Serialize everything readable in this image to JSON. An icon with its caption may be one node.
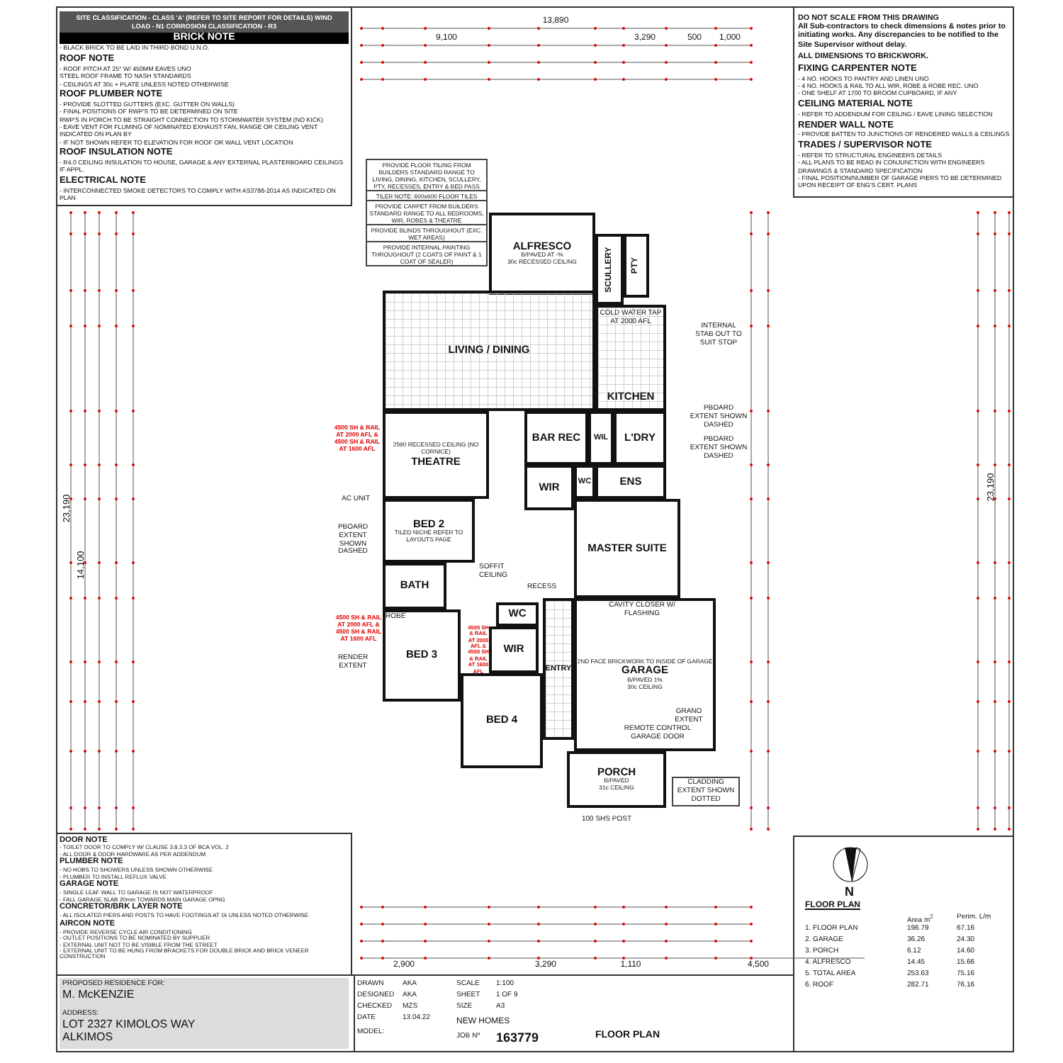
{
  "diagram": {
    "nodes": [
      {
        "text": [
          "ALFRESCO",
          "B/PAVED AT -%",
          "30c RECESSED CEILING"
        ]
      },
      {
        "text": [
          "SCULLERY"
        ]
      },
      {
        "text": [
          "PTY"
        ]
      },
      {
        "text": [
          "LIVING / DINING"
        ]
      },
      {
        "text": [
          "KITCHEN"
        ]
      },
      {
        "text": [
          "2590 RECESSED CEILING (NO CORNICE)",
          "THEATRE"
        ],
        "beside": [
          "4500 SH & RAIL AT 2000 AFL & 4500 SH & RAIL AT 1600 AFL"
        ]
      },
      {
        "text": [
          "BAR REC"
        ]
      },
      {
        "text": [
          "WIL"
        ]
      },
      {
        "text": [
          "L'DRY"
        ]
      },
      {
        "text": [
          "WC"
        ]
      },
      {
        "text": [
          "ENS"
        ]
      },
      {
        "text": [
          "WIR"
        ]
      },
      {
        "text": [
          "BED 2",
          "TILED NICHE REFER TO LAYOUTS PAGE"
        ]
      },
      {
        "text": [
          "MASTER SUITE"
        ]
      },
      {
        "text": [
          "BATH"
        ]
      },
      {
        "text": [
          "WC"
        ]
      },
      {
        "text": [
          "BED 3"
        ],
        "beside": [
          "4500 SH & RAIL AT 2000 AFL & 4500 SH & RAIL AT 1600 AFL"
        ]
      },
      {
        "text": [
          "WIR"
        ],
        "beside": [
          "4500 SH & RAIL AT 2000 AFL & 4500 SH & RAIL AT 1600 AFL"
        ]
      },
      {
        "text": [
          "ENTRY"
        ]
      },
      {
        "text": [
          "BED 4"
        ]
      },
      {
        "text": [
          "2ND FACE BRICKWORK TO INSIDE OF GARAGE",
          "GARAGE",
          "B/PAVED 1%",
          "30c CEILING"
        ]
      },
      {
        "text": [
          "PORCH",
          "B/PAVED",
          "31c CEILING"
        ]
      }
    ],
    "labels": [
      "SITE CLASSIFICATION - CLASS 'A' (REFER TO SITE REPORT FOR DETAILS) WIND LOAD - N1 CORROSION CLASSIFICATION - R3",
      "BRICK NOTE",
      "- BLACK BRICK TO BE LAID IN THIRD BOND U.N.O.",
      "ROOF NOTE",
      "- ROOF PITCH AT 25° W/ 450MM EAVES UNO",
      "STEEL ROOF FRAME TO NASH STANDARDS",
      "- CEILINGS AT 30c + PLATE UNLESS NOTED OTHERWISE",
      "ROOF PLUMBER NOTE",
      "- PROVIDE SLOTTED GUTTERS (EXC. GUTTER ON WALLS)",
      "- FINAL POSITIONS OF RWP'S TO BE DETERMINED ON SITE",
      "RWP'S IN PORCH TO BE STRAIGHT CONNECTION TO STORMWATER SYSTEM (NO KICK)",
      "- EAVE VENT FOR FLUMING OF NOMINATED EXHAUST FAN, RANGE OR CEILING VENT INDICATED ON PLAN BY",
      "- IF NOT SHOWN REFER TO ELEVATION FOR ROOF OR WALL VENT LOCATION",
      "ROOF INSULATION NOTE",
      "- R4.0 CEILING INSULATION TO HOUSE, GARAGE & ANY EXTERNAL PLASTERBOARD CEILINGS IF APPL.",
      "ELECTRICAL NOTE",
      "- INTERCONNECTED SMOKE DETECTORS TO COMPLY WITH AS3786-2014 AS INDICATED ON PLAN",
      "DO NOT SCALE FROM THIS DRAWING",
      "All Sub-contractors to check dimensions & notes prior to initiating works. Any discrepancies to be notified to the Site Supervisor without delay.",
      "ALL DIMENSIONS TO BRICKWORK.",
      "FIXING CARPENTER NOTE",
      "- 4 NO. HOOKS TO PANTRY AND LINEN UNO",
      "- 4 NO. HOOKS & RAIL TO ALL WIR, ROBE & ROBE REC. UNO",
      "- ONE SHELF AT 1700 TO BROOM CUPBOARD, IF ANY",
      "CEILING MATERIAL NOTE",
      "- REFER TO ADDENDUM FOR CEILING / EAVE LINING SELECTION",
      "RENDER WALL NOTE",
      "- PROVIDE BATTEN TO JUNCTIONS OF RENDERED WALLS & CEILINGS",
      "TRADES / SUPERVISOR NOTE",
      "- REFER TO STRUCTURAL ENGINEERS DETAILS",
      "- ALL PLANS TO BE READ IN CONJUNCTION WITH ENGINEERS DRAWINGS & STANDARD SPECIFICATION",
      "- FINAL POSITION/NUMBER OF GARAGE PIERS TO BE DETERMINED UPON RECEIPT OF ENG'S CERT. PLANS",
      "DOOR NOTE",
      "- TOILET DOOR TO COMPLY W/ CLAUSE 3.8.3.3 OF BCA VOL. 2",
      "- ALL DOOR & DOOR HARDWARE AS PER ADDENDUM",
      "PLUMBER NOTE",
      "- NO HOBS TO SHOWERS UNLESS SHOWN OTHERWISE",
      "- PLUMBER TO INSTALL REFLUX VALVE",
      "GARAGE NOTE",
      "- SINGLE LEAF WALL TO GARAGE IS NOT WATERPROOF",
      "- FALL GARAGE SLAB 20mm TOWARDS MAIN GARAGE OPNG",
      "CONCRETOR/BRK LAYER NOTE",
      "- ALL ISOLATED PIERS AND POSTS TO HAVE FOOTINGS AT 1k UNLESS NOTED OTHERWISE",
      "AIRCON NOTE",
      "- PROVIDE REVERSE CYCLE AIR CONDITIONING",
      "- OUTLET POSITIONS TO BE NOMINATED BY SUPPLIER",
      "- EXTERNAL UNIT NOT TO BE VISIBLE FROM THE STREET",
      "- EXTERNAL UNIT TO BE HUNG FROM BRACKETS FOR DOUBLE BRICK AND BRICK VENEER CONSTRUCTION",
      "PROPOSED RESIDENCE FOR:",
      "M. McKENZIE",
      "ADDRESS:",
      "LOT 2327 KIMOLOS WAY",
      "ALKIMOS",
      "DRAWN",
      "AKA",
      "DESIGNED",
      "AKA",
      "CHECKED",
      "MZS",
      "DATE",
      "13.04.22",
      "MODEL:",
      "SCALE",
      "1:100",
      "SHEET",
      "1 OF 9",
      "SIZE",
      "A3",
      "NEW HOMES",
      "JOB Nº",
      "163779",
      "FLOOR PLAN",
      "N",
      "FLOOR PLAN",
      "Area m$^{2}$",
      "Perim. L/m",
      "1. FLOOR PLAN",
      "196.79",
      "67.16",
      "2. GARAGE",
      "36.26",
      "24.30",
      "3. PORCH",
      "6.12",
      "14.60",
      "4. ALFRESCO",
      "14.45",
      "15.66",
      "5. TOTAL AREA",
      "253.63",
      "75.16",
      "6. ROOF",
      "282.71",
      "76.16",
      "13,890",
      "9,100",
      "3,290",
      "500",
      "1,000",
      "2,900",
      "3,290",
      "1,110",
      "4,500",
      "23,190",
      "14,100",
      "23,190",
      "PROVIDE FLOOR TILING FROM BUILDERS STANDARD RANGE TO LIVING, DINING, KITCHEN, SCULLERY, PTY, RECESSES, ENTRY & BED PASS",
      "TILER NOTE: 600x600 FLOOR TILES",
      "PROVIDE CARPET FROM BUILDERS STANDARD RANGE TO ALL BEDROOMS, WIR, ROBES & THEATRE",
      "PROVIDE BLINDS THROUGHOUT (EXC. WET AREAS)",
      "PROVIDE INTERNAL PAINTING THROUGHOUT (2 COATS OF PAINT & 1 COAT OF SEALER)",
      "AC UNIT",
      "RENDER EXTENT",
      "CLADDING EXTENT SHOWN DOTTED",
      "INTERNAL STAB OUT TO SUIT STOP",
      "PBOARD EXTENT SHOWN DASHED",
      "PBOARD EXTENT SHOWN DASHED",
      "PBOARD EXTENT SHOWN DASHED",
      "100 SHS POST",
      "COLD WATER TAP AT 2000 AFL",
      "CAVITY CLOSER W/ FLASHING",
      "REMOTE CONTROL GARAGE DOOR",
      "GRANO EXTENT",
      "RECESS",
      "ROBE",
      "SOFFIT CEILING"
    ]
  }
}
